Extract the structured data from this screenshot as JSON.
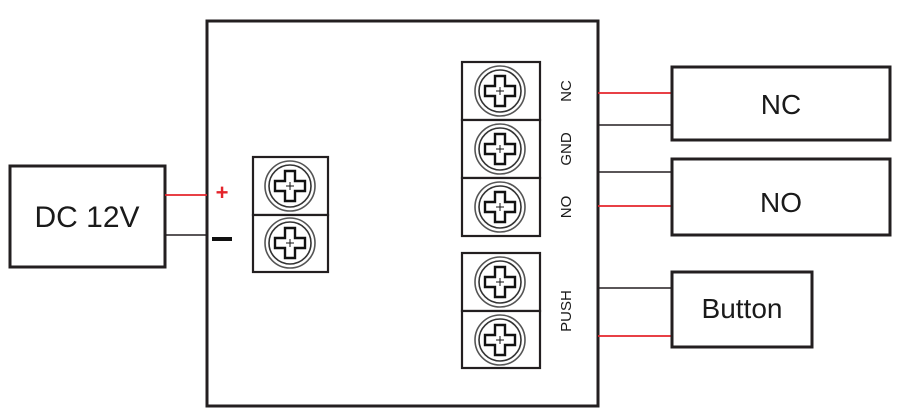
{
  "diagram": {
    "type": "wiring-diagram",
    "colors": {
      "positive_wire": "#e4242b",
      "negative_wire": "#231f20",
      "outline": "#231f20"
    },
    "power_supply": {
      "label": "DC 12V",
      "positive_symbol": "+",
      "negative_symbol": "−"
    },
    "module": {
      "power_terminal_count": 2,
      "relay_terminals": [
        "NC",
        "GND",
        "NO"
      ],
      "push_terminal": "PUSH",
      "push_terminal_count": 2
    },
    "devices": [
      {
        "label": "NC",
        "wires": [
          "red",
          "black"
        ]
      },
      {
        "label": "NO",
        "wires": [
          "black",
          "red"
        ]
      },
      {
        "label": "Button",
        "wires": [
          "black",
          "red"
        ]
      }
    ]
  }
}
